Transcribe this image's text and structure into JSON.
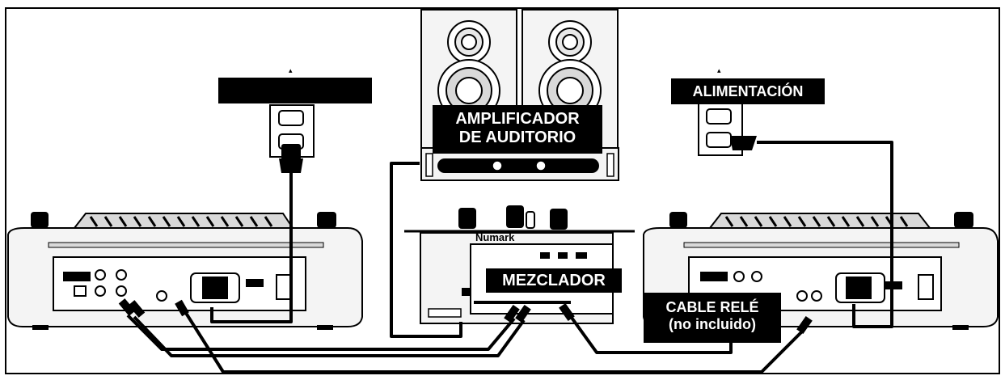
{
  "labels": {
    "amplifier_line1": "AMPLIFICADOR",
    "amplifier_line2": "DE AUDITORIO",
    "mixer": "MEZCLADOR",
    "power": "ALIMENTACIÓN",
    "power_left": "",
    "relay_line1": "CABLE RELÉ",
    "relay_line2": "(no incluido)",
    "mixer_brand": "Numark"
  },
  "colors": {
    "ink": "#000000",
    "paper": "#ffffff",
    "device_fill": "#f4f4f4",
    "device_shade": "#d9d9d9"
  },
  "icons": [
    "power-outlet-icon",
    "power-plug-icon",
    "speaker-icon",
    "cd-player-icon",
    "mixer-icon",
    "amplifier-icon",
    "rca-connector-icon"
  ]
}
